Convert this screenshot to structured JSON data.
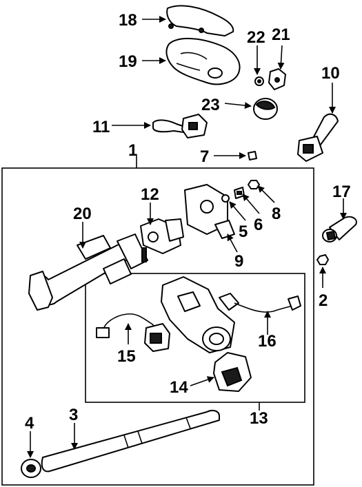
{
  "callouts": {
    "c1": "1",
    "c2": "2",
    "c3": "3",
    "c4": "4",
    "c5": "5",
    "c6": "6",
    "c7": "7",
    "c8": "8",
    "c9": "9",
    "c10": "10",
    "c11": "11",
    "c12": "12",
    "c13": "13",
    "c14": "14",
    "c15": "15",
    "c16": "16",
    "c17": "17",
    "c18": "18",
    "c19": "19",
    "c20": "20",
    "c21": "21",
    "c22": "22",
    "c23": "23"
  },
  "colors": {
    "ink": "#000000",
    "background": "#ffffff"
  }
}
